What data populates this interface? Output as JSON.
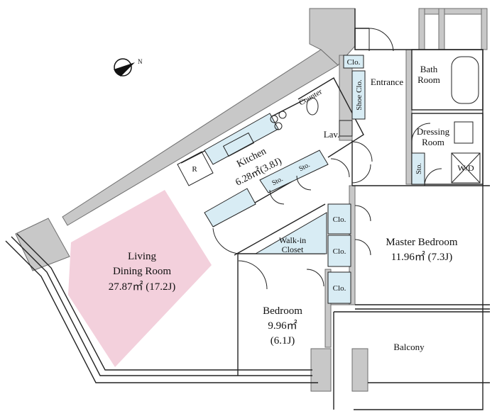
{
  "rooms": {
    "living": {
      "line1": "Living",
      "line2": "Dining Room",
      "area": "27.87㎡ (17.2J)"
    },
    "kitchen": {
      "line1": "Kitchen",
      "area": "6.28㎡(3.8J)"
    },
    "master": {
      "line1": "Master Bedroom",
      "area": "11.96㎡ (7.3J)"
    },
    "bedroom": {
      "line1": "Bedroom",
      "area": "9.96㎡",
      "tatami": "(6.1J)"
    },
    "bath": {
      "line1": "Bath",
      "line2": "Room"
    },
    "dressing": {
      "line1": "Dressing",
      "line2": "Room"
    },
    "balcony": {
      "line1": "Balcony"
    },
    "entrance": {
      "line1": "Entrance"
    },
    "lav": {
      "line1": "Lav."
    },
    "walkin": {
      "line1": "Walk-in",
      "line2": "Closet"
    }
  },
  "fixtures": {
    "clo_entrance": "Clo.",
    "shoe_clo": "Shoe Clo.",
    "counter": "Counter",
    "fridge": "R",
    "sto_left": "Sto.",
    "sto_right": "Sto.",
    "sto_dressing": "Sto.",
    "wd": "W/D",
    "clo_master_1": "Clo.",
    "clo_master_2": "Clo.",
    "clo_bedroom": "Clo."
  },
  "north_mark": "N",
  "colors": {
    "wall": "#c8c8c8",
    "wall_stroke": "#6e6e6e",
    "living_fill": "#f3d0dc",
    "storage_fill": "#d8ecf4",
    "line": "#222222"
  }
}
